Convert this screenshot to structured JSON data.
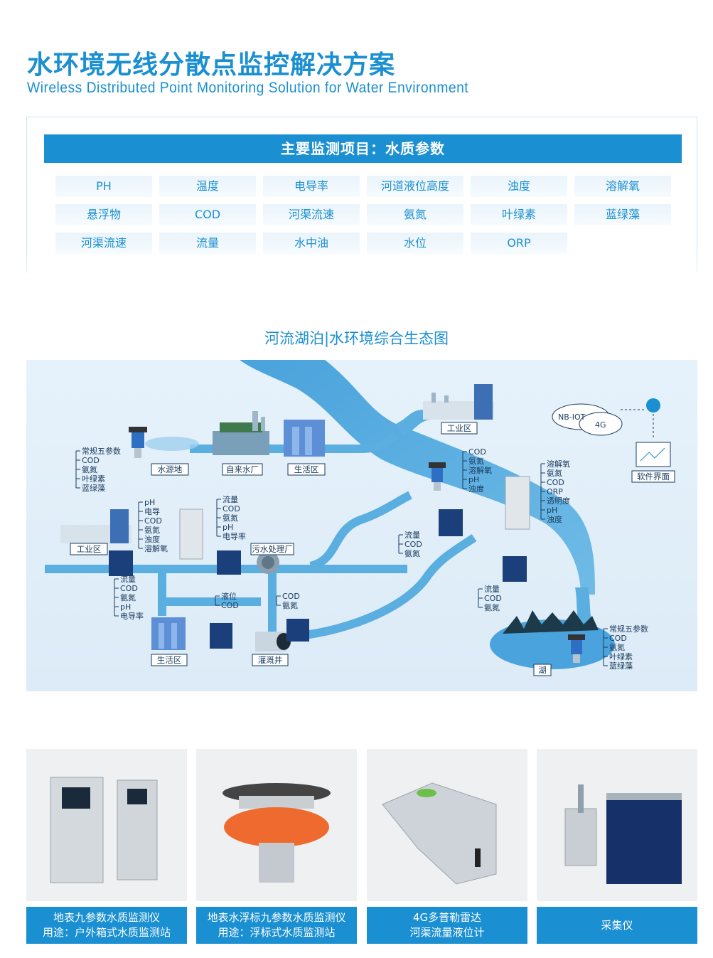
{
  "header": {
    "title_cn": "水环境无线分散点监控解决方案",
    "title_en": "Wireless Distributed Point Monitoring Solution for Water Environment"
  },
  "params": {
    "heading": "主要监测项目：水质参数",
    "rows": [
      [
        "PH",
        "温度",
        "电导率",
        "河道液位高度",
        "浊度",
        "溶解氧"
      ],
      [
        "悬浮物",
        "COD",
        "河渠流速",
        "氨氮",
        "叶绿素",
        "蓝绿藻"
      ],
      [
        "河渠流速",
        "流量",
        "水中油",
        "水位",
        "ORP"
      ]
    ]
  },
  "eco": {
    "title": "河流湖泊|水环境综合生态图",
    "labels": {
      "source": "水源地",
      "waterworks": "自来水厂",
      "living_top": "生活区",
      "industry_left": "工业区",
      "industry_right": "工业区",
      "sewage": "污水处理厂",
      "living_bottom": "生活区",
      "irrigation": "灌溉井",
      "lake": "湖",
      "software": "软件界面",
      "nbiot": "NB-IOT",
      "g4": "4G"
    },
    "lists": {
      "source": [
        "常规五参数",
        "COD",
        "氨氮",
        "叶绿素",
        "蓝绿藻"
      ],
      "ind_left": [
        "pH",
        "电导",
        "COD",
        "氨氮",
        "浊度",
        "溶解氧"
      ],
      "cabinet_mid": [
        "流量",
        "COD",
        "氨氮",
        "pH",
        "电导率"
      ],
      "ind_left_below": [
        "流量",
        "COD",
        "氨氮",
        "pH",
        "电导率"
      ],
      "living_bottom": [
        "液位",
        "COD"
      ],
      "irrigation": [
        "COD",
        "氨氮"
      ],
      "river_upper": [
        "COD",
        "氨氮",
        "溶解氧",
        "pH",
        "浊度"
      ],
      "cabinet_right": [
        "溶解氧",
        "氨氮",
        "COD",
        "ORP",
        "透明度",
        "pH",
        "浊度"
      ],
      "river_mid": [
        "流量",
        "COD",
        "氨氮"
      ],
      "river_low": [
        "流量",
        "COD",
        "氨氮"
      ],
      "lake": [
        "常规五参数",
        "COD",
        "氨氮",
        "叶绿素",
        "蓝绿藻"
      ]
    }
  },
  "products": [
    {
      "line1": "地表九参数水质监测仪",
      "line2": "用途：户外箱式水质监测站"
    },
    {
      "line1": "地表水浮标九参数水质监测仪",
      "line2": "用途：浮标式水质监测站"
    },
    {
      "line1": "4G多普勒雷达",
      "line2": "河渠流量液位计"
    },
    {
      "line1": "采集仪",
      "line2": ""
    }
  ],
  "colors": {
    "accent": "#1a8fd1",
    "water": "#5aaee0",
    "bg_light": "#e3f0fa"
  }
}
